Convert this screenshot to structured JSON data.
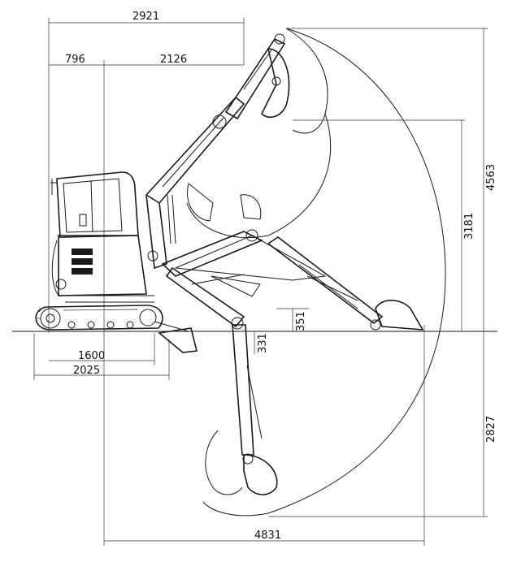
{
  "dimensions": {
    "overall_top": "2921",
    "rear_offset": "796",
    "front_offset": "2126",
    "max_dig_height": "4563",
    "max_dump_height": "3181",
    "blade_lift": "351",
    "blade_drop": "331",
    "max_dig_depth": "2827",
    "track_length": "1600",
    "track_overall": "2025",
    "max_reach": "4831"
  }
}
